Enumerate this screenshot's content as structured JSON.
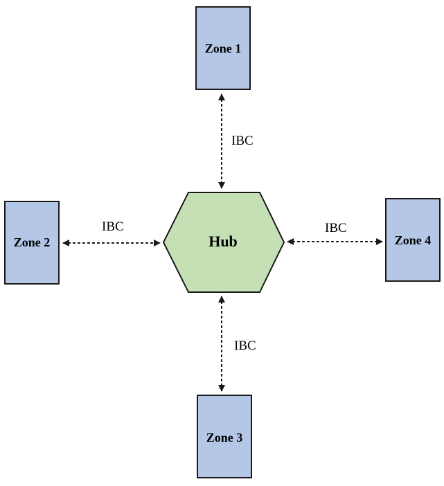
{
  "colors": {
    "zone_fill": "#b4c7e7",
    "hub_fill": "#c5e0b4",
    "outline": "#1a1a1a"
  },
  "hub": {
    "label": "Hub"
  },
  "zones": [
    {
      "label": "Zone 1"
    },
    {
      "label": "Zone 2"
    },
    {
      "label": "Zone 3"
    },
    {
      "label": "Zone 4"
    }
  ],
  "links": [
    {
      "label": "IBC",
      "from": "Hub",
      "to": "Zone 1",
      "bidirectional": true
    },
    {
      "label": "IBC",
      "from": "Hub",
      "to": "Zone 2",
      "bidirectional": true
    },
    {
      "label": "IBC",
      "from": "Hub",
      "to": "Zone 3",
      "bidirectional": true
    },
    {
      "label": "IBC",
      "from": "Hub",
      "to": "Zone 4",
      "bidirectional": true
    }
  ]
}
